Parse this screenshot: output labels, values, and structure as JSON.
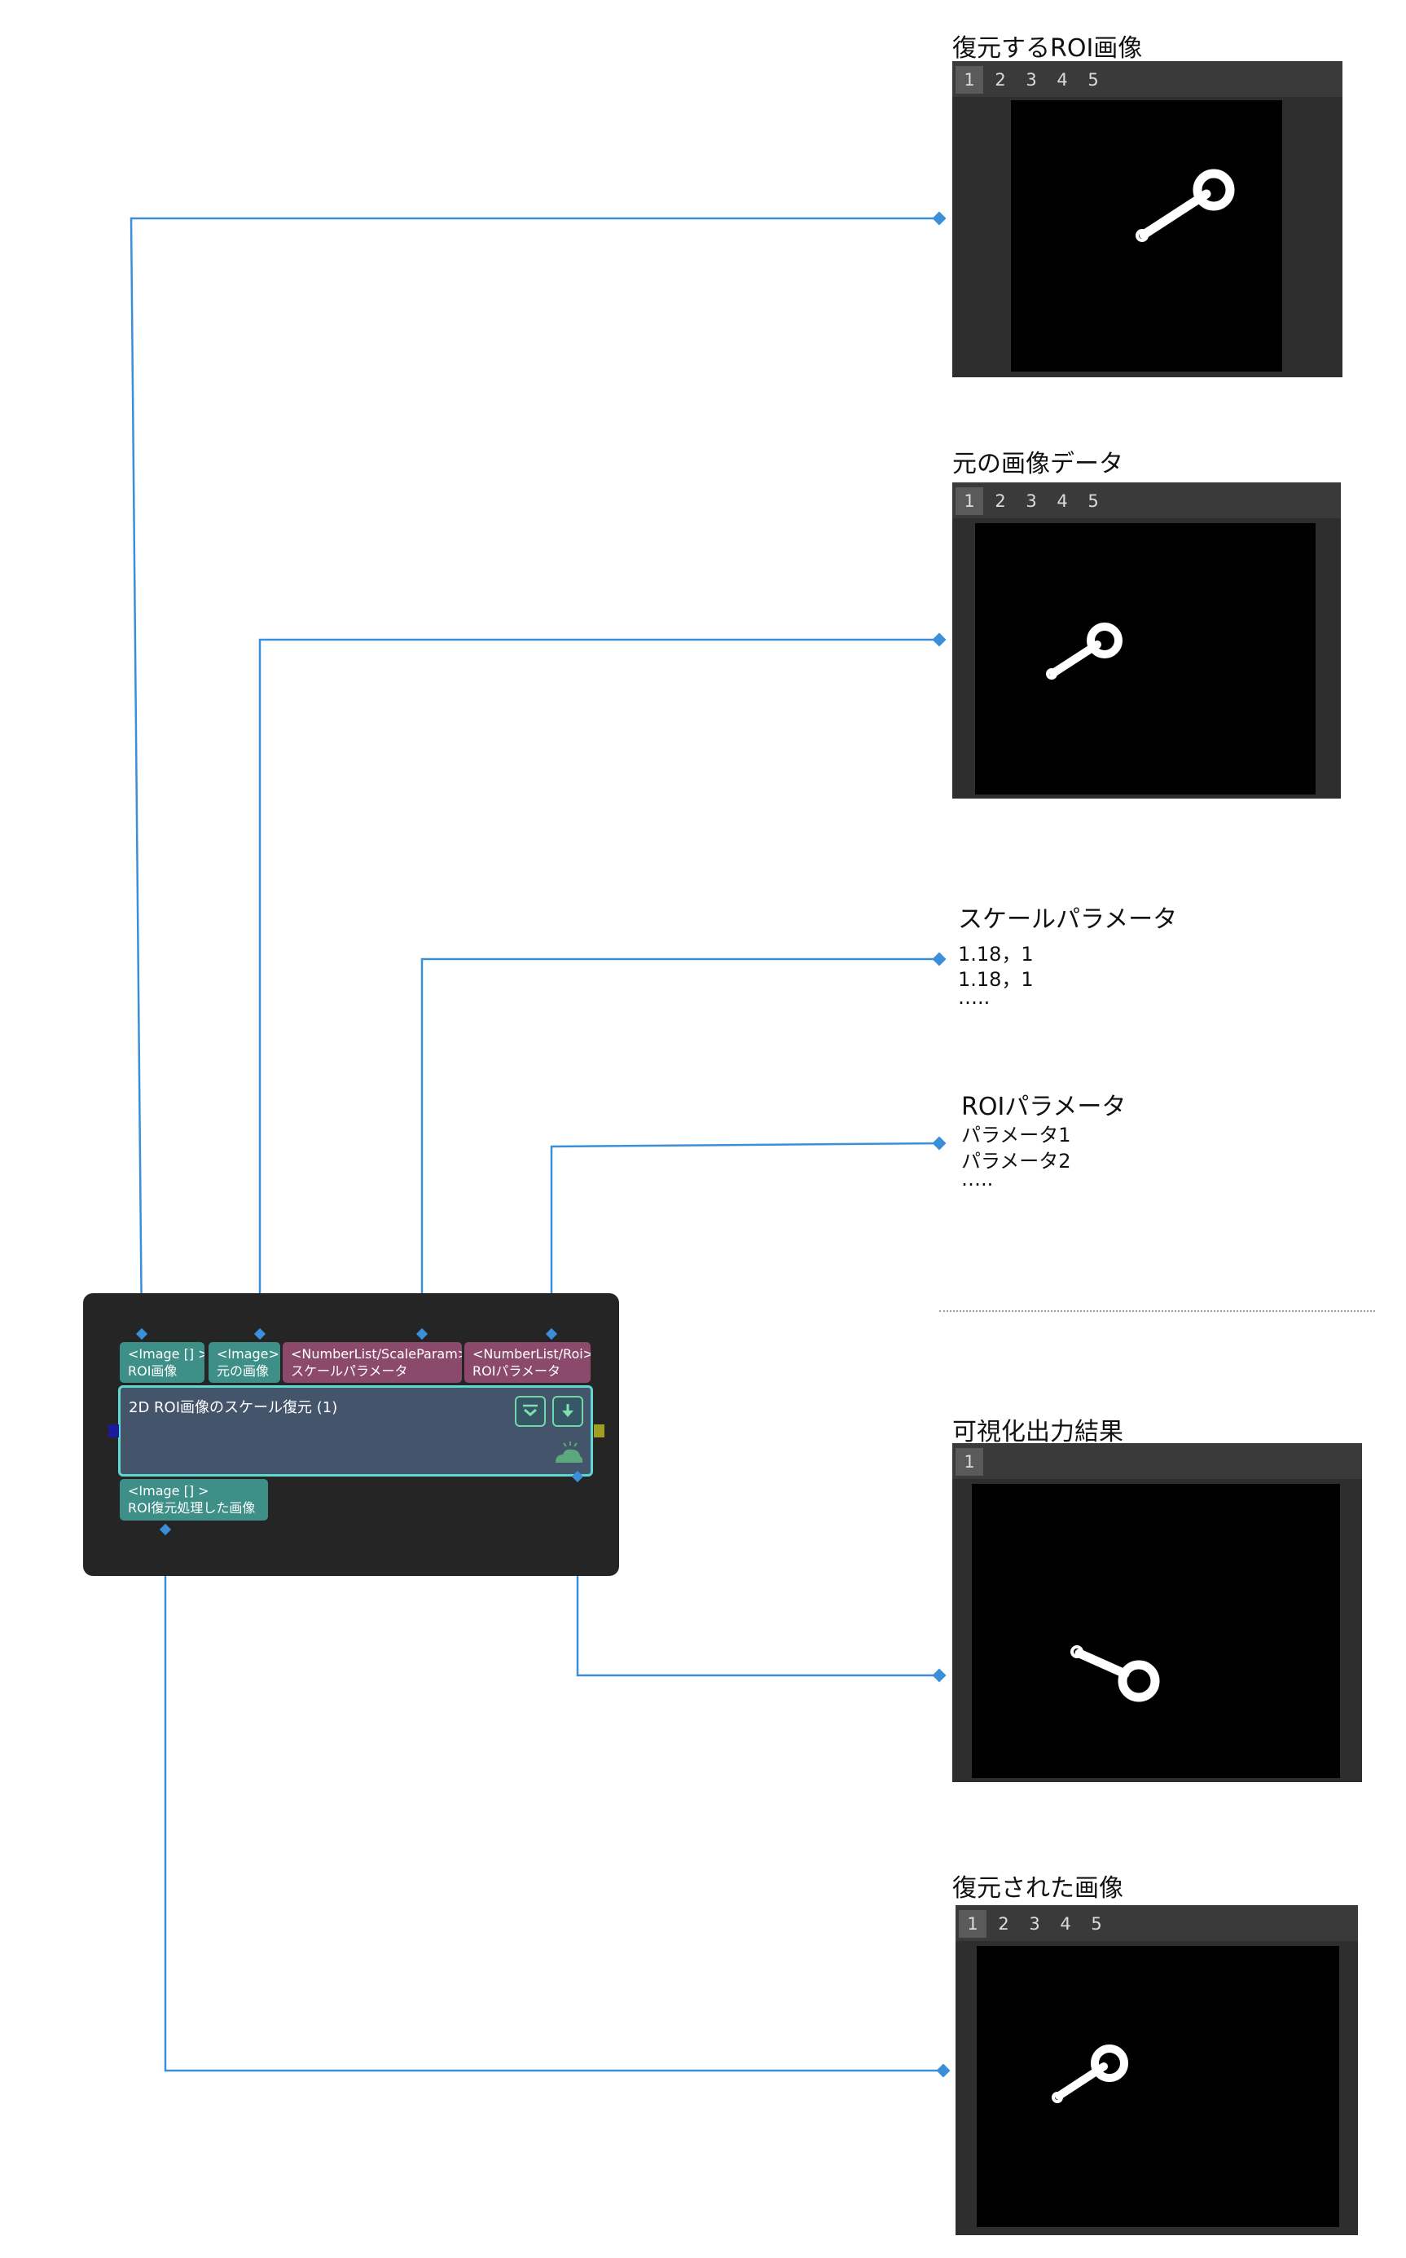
{
  "viewers": [
    {
      "id": "roi-image",
      "caption": "復元するROI画像",
      "tabs": [
        "1",
        "2",
        "3",
        "4",
        "5"
      ],
      "active_tab": "1"
    },
    {
      "id": "original-image",
      "caption": "元の画像データ",
      "tabs": [
        "1",
        "2",
        "3",
        "4",
        "5"
      ],
      "active_tab": "1"
    },
    {
      "id": "visual-output",
      "caption": "可視化出力結果",
      "tabs": [
        "1"
      ],
      "active_tab": "1"
    },
    {
      "id": "restored-image",
      "caption": "復元された画像",
      "tabs": [
        "1",
        "2",
        "3",
        "4",
        "5"
      ],
      "active_tab": "1"
    }
  ],
  "scale_param": {
    "title": "スケールパラメータ",
    "lines": [
      "1.18，1",
      "1.18，1",
      "….."
    ]
  },
  "roi_param": {
    "title": "ROIパラメータ",
    "lines": [
      "パラメータ1",
      "パラメータ2",
      "….."
    ]
  },
  "node": {
    "title": "2D ROI画像のスケール復元 (1)",
    "inputs": [
      {
        "type": "<Image [] >",
        "label": "ROI画像"
      },
      {
        "type": "<Image>",
        "label": "元の画像"
      },
      {
        "type": "<NumberList/ScaleParam>",
        "label": "スケールパラメータ"
      },
      {
        "type": "<NumberList/Roi>",
        "label": "ROIパラメータ"
      }
    ],
    "output": {
      "type": "<Image [] >",
      "label": "ROI復元処理した画像"
    }
  },
  "colors": {
    "wire": "#3a8fd8",
    "input_teal": "#3d8f88",
    "input_purple": "#8b4a6b",
    "node_border": "#5fd8d0"
  }
}
